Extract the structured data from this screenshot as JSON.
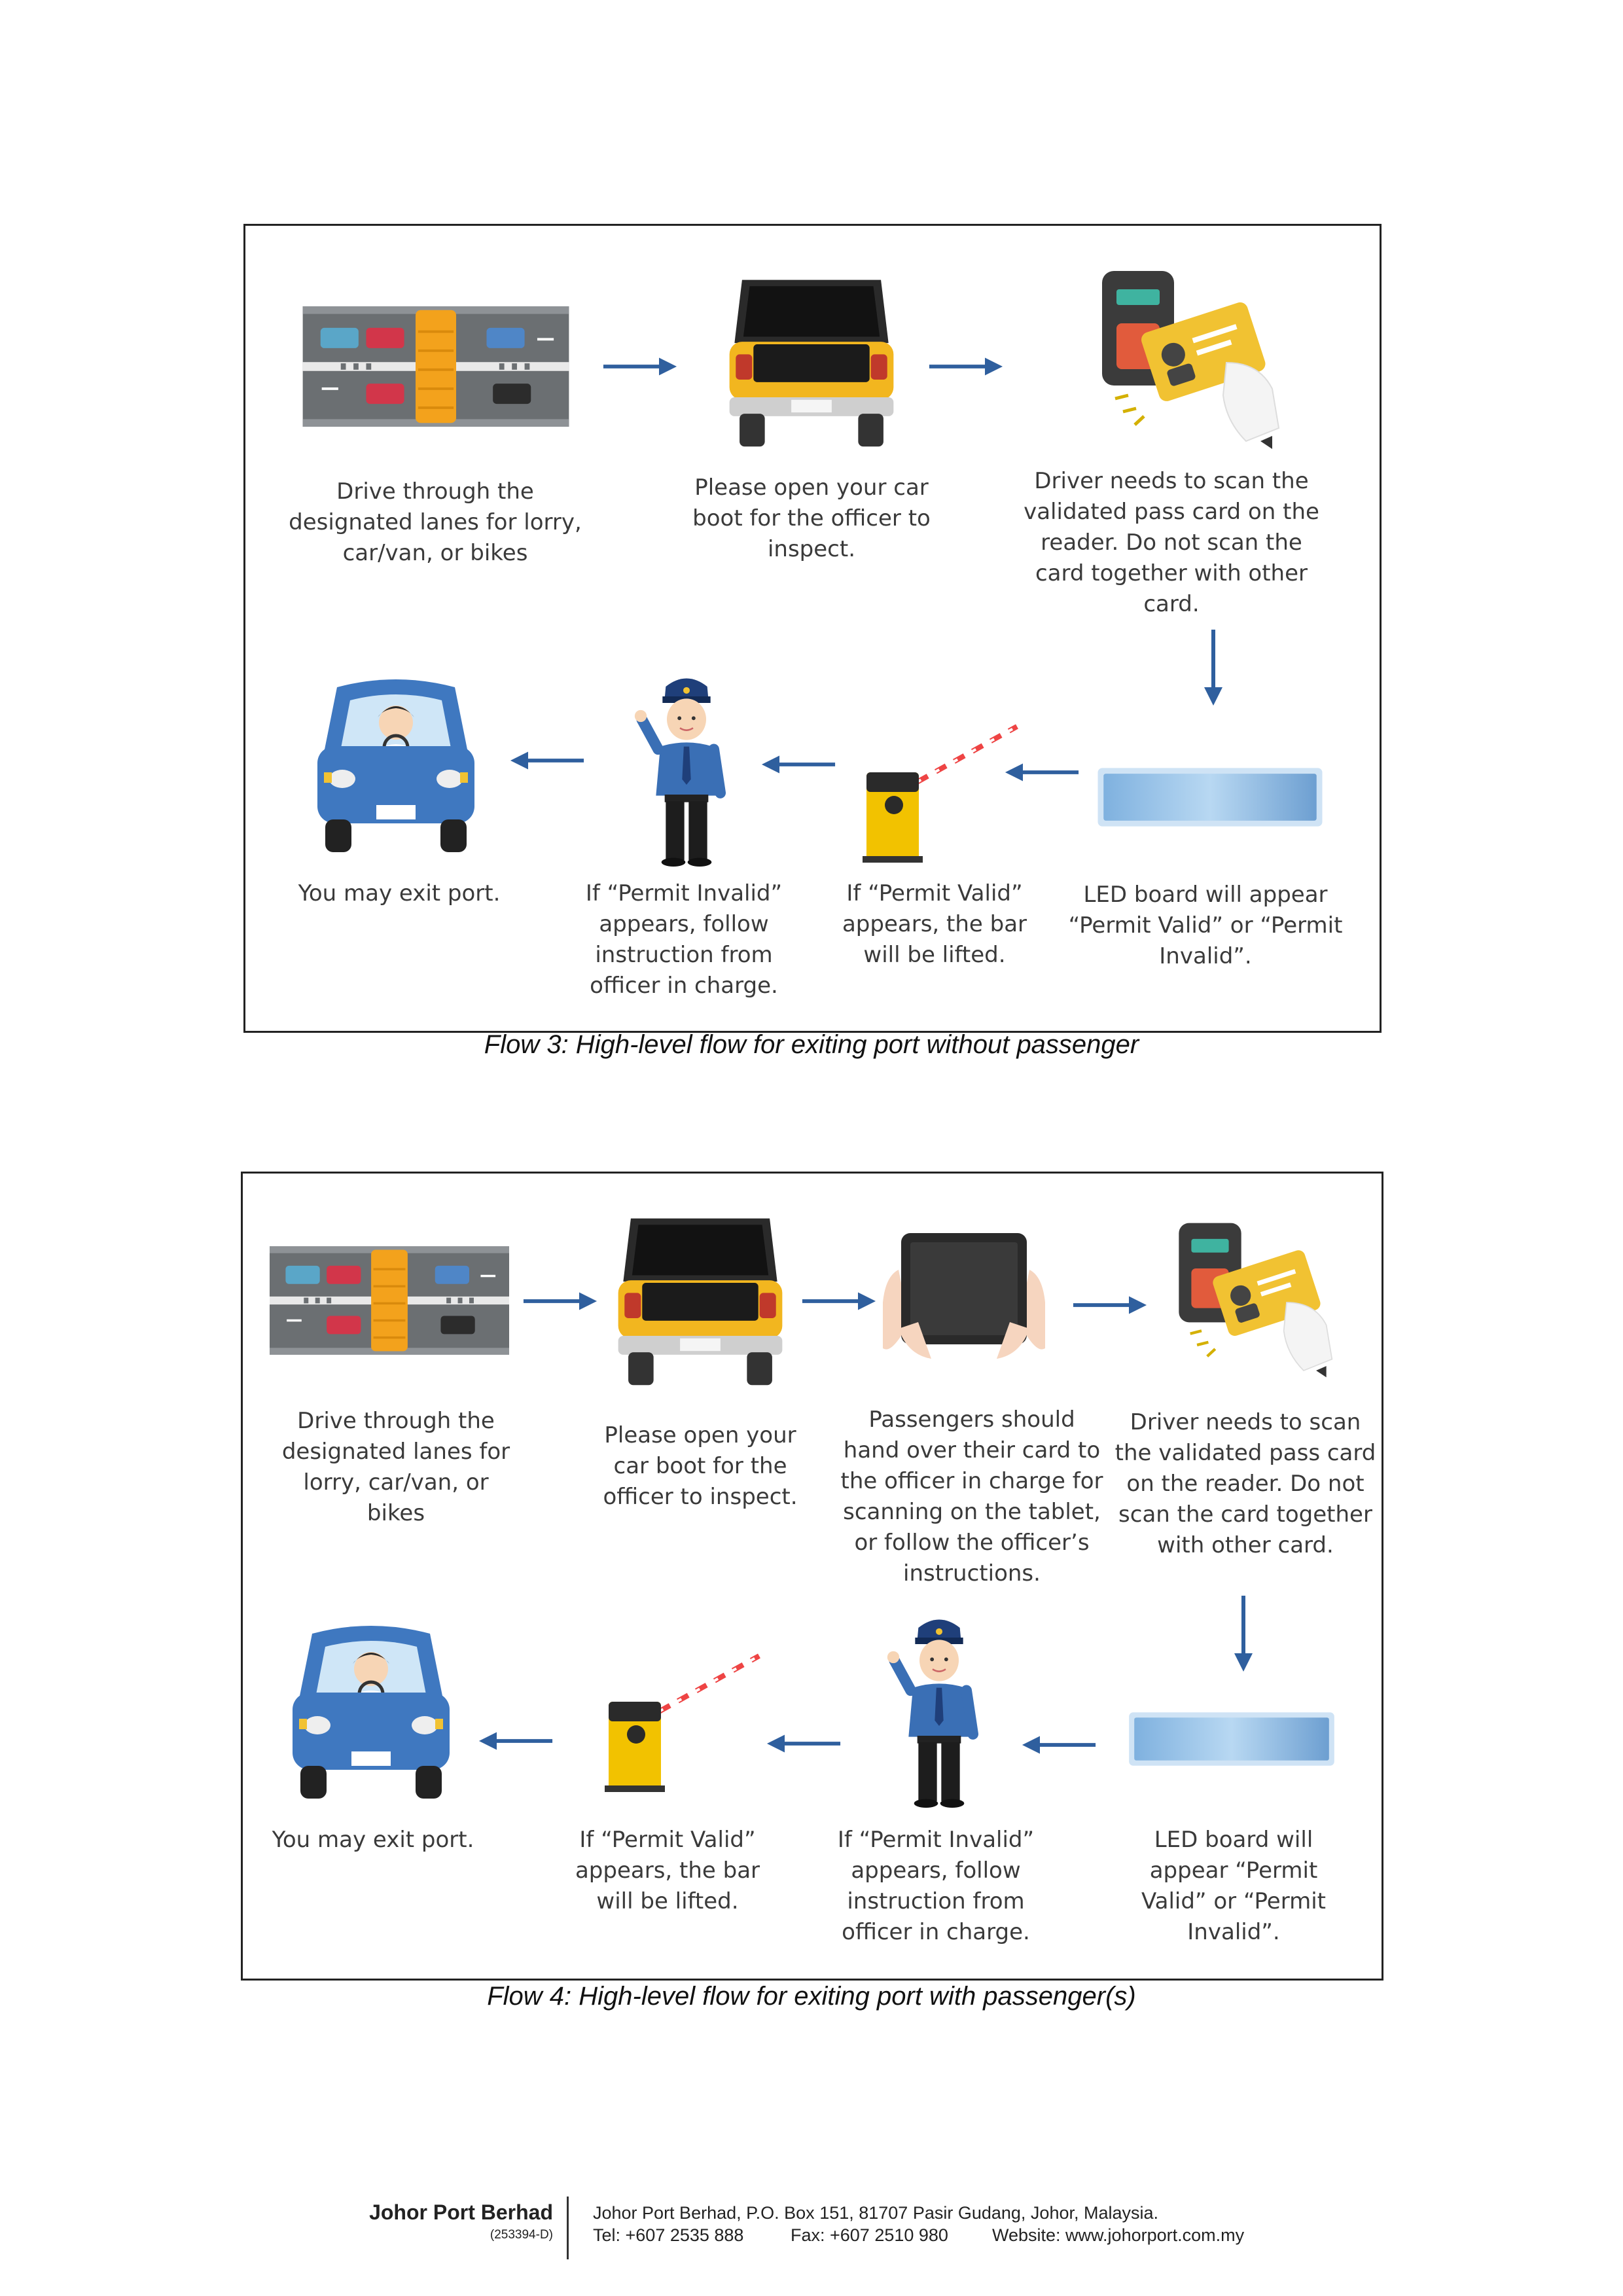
{
  "flow3": {
    "caption": "Flow 3: High-level flow for exiting port without passenger",
    "steps": [
      {
        "text": "Drive through the designated lanes for lorry, car/van, or bikes"
      },
      {
        "text": "Please open your car boot for the officer to inspect."
      },
      {
        "text": "Driver needs to scan the validated pass card on the reader. Do not scan the card together with other card."
      },
      {
        "text": "LED board will appear “Permit Valid” or “Permit Invalid”."
      },
      {
        "text": "If “Permit Valid” appears, the bar will be lifted."
      },
      {
        "text": "If “Permit Invalid” appears, follow instruction from officer in charge."
      },
      {
        "text": "You may exit port."
      }
    ]
  },
  "flow4": {
    "caption": "Flow 4: High-level flow for exiting port with passenger(s)",
    "steps": [
      {
        "text": "Drive through the designated lanes for lorry, car/van, or bikes"
      },
      {
        "text": "Please open your car boot for the officer to inspect."
      },
      {
        "text": "Passengers should hand over their card to the officer in charge for scanning on the tablet, or follow the officer’s instructions."
      },
      {
        "text": "Driver needs to scan the validated pass card on the reader. Do not scan the card together with other card."
      },
      {
        "text": "LED board will appear “Permit Valid” or “Permit Invalid”."
      },
      {
        "text": "If “Permit Invalid” appears, follow instruction from officer in charge."
      },
      {
        "text": "If “Permit Valid” appears, the bar will be lifted."
      },
      {
        "text": "You may exit port."
      }
    ]
  },
  "footer": {
    "company": "Johor Port Berhad",
    "reg_no": "(253394-D)",
    "address": "Johor Port Berhad, P.O. Box 151, 81707 Pasir Gudang, Johor, Malaysia.",
    "tel": "Tel: +607 2535 888",
    "fax": "Fax: +607 2510 980",
    "website": "Website:  www.johorport.com.my"
  },
  "colors": {
    "arrow": "#2f5f9e",
    "car_blue": "#3f78c0",
    "taxi_yellow": "#f2b61f",
    "gate_yellow": "#f2c200"
  }
}
